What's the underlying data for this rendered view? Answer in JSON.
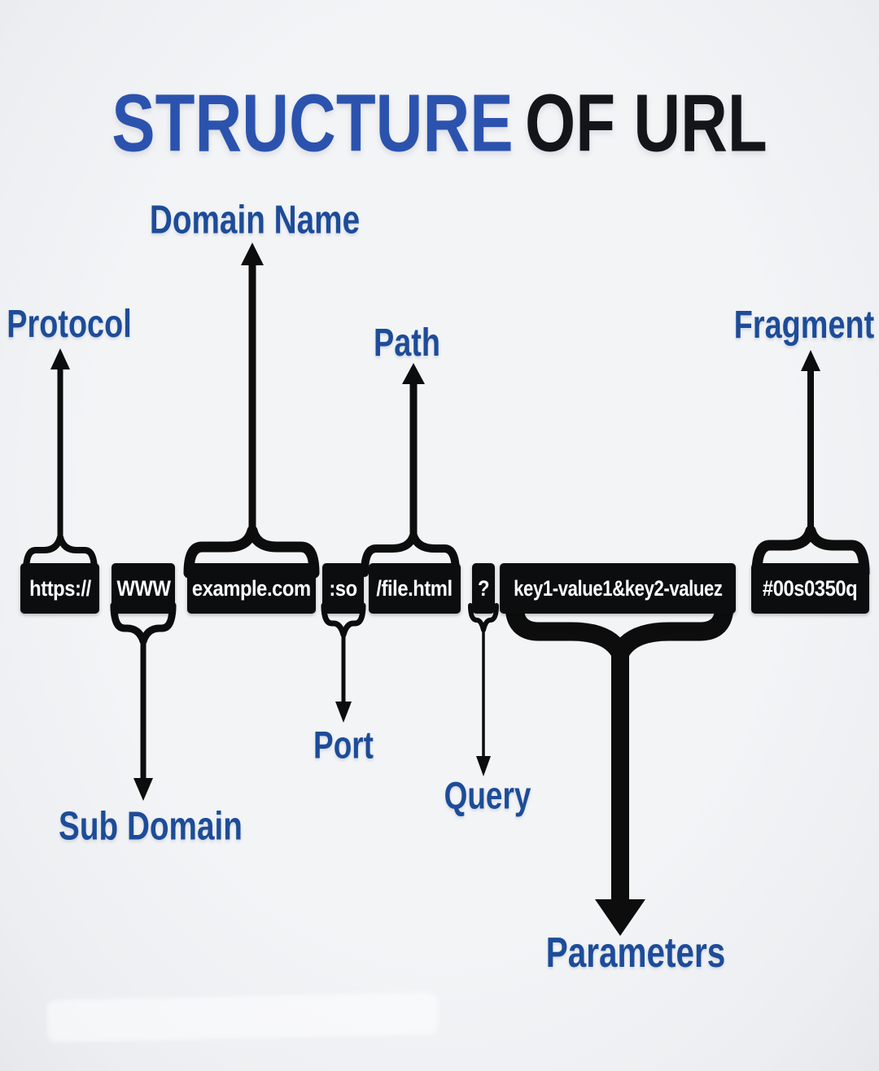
{
  "title": {
    "structure": "STRUCTURE",
    "of_url": "OF URL"
  },
  "colors": {
    "background": "#f3f4f6",
    "title_blue": "#2b53ae",
    "title_black": "#14151a",
    "label_blue": "#1d4c98",
    "box_background": "#0c0d0f",
    "box_text": "#ffffff",
    "connector_black": "#0d0d0d"
  },
  "segments": [
    {
      "part": "protocol",
      "text": "https://"
    },
    {
      "part": "subdomain",
      "text": "WWW"
    },
    {
      "part": "domain",
      "text": "example.com"
    },
    {
      "part": "port",
      "text": ":so"
    },
    {
      "part": "path",
      "text": "/file.html"
    },
    {
      "part": "query",
      "text": "?"
    },
    {
      "part": "parameters",
      "text": "key1-value1&key2-valuez"
    },
    {
      "part": "fragment",
      "text": "#00s0350q"
    }
  ],
  "labels": {
    "protocol": "Protocol",
    "domain_name": "Domain Name",
    "path": "Path",
    "fragment": "Fragment",
    "sub_domain": "Sub Domain",
    "port": "Port",
    "query": "Query",
    "parameters": "Parameters"
  }
}
